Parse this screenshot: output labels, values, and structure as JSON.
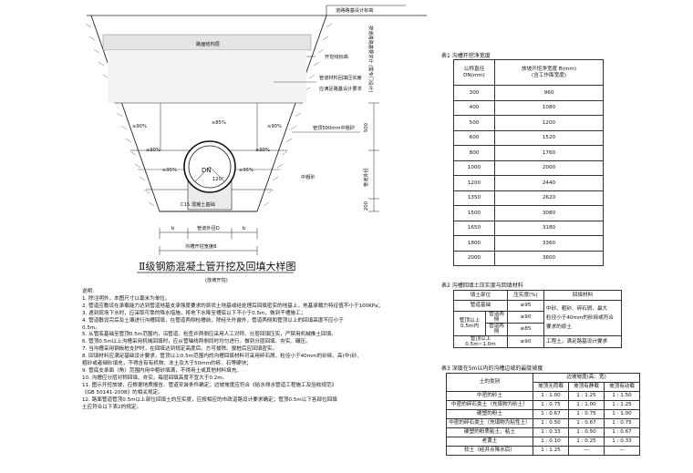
{
  "drawing": {
    "road_label": "道路路基设计标高",
    "zone_road": "路面结构层",
    "zone_road_level": "开挖线标高",
    "fill_note": [
      "管道材料回填压实度",
      "应满足路基设计要求"
    ],
    "side_note_vertical": "按道路路基要求计 (需专门设计)",
    "top_pct": "≥85%",
    "side_pct": "≥90%",
    "haunch_pct": "≥95%",
    "dn_label": "DN",
    "angle_label": "120°",
    "base_label": "C15 混凝土基础",
    "sand_label": "管顶500mm中粗砂",
    "sand_label2": "中粗砂",
    "dim_500": "500",
    "dim_pipe": "管道外径",
    "dim_200": "200",
    "dim_b": "b",
    "dim_od": "管道外径D",
    "dim_width": "沟槽开挖宽度B",
    "title": "Ⅱ级钢筋混凝土管开挖及回填大样图",
    "subtitle": "(放坡开挖)"
  },
  "notes": {
    "heading": "说明:",
    "lines": [
      "1. 除注明外，本图尺寸以毫米为单位。",
      "2. 管道应敷设在承载能力达到管道地基支承强度要求的原状土地基或经处理后回填密实的地基上，地基承载力特征值不小于100KPa；",
      "3. 遇到现场下水时，应采取可靠的降水措施，将地下水降至槽底以下不小于0.5m，做到干槽施工；",
      "4. 管道敷设完后及土壤进行沟槽回填，在管道两侧检槽前，除经头外露外，管道两侧和管顶以上的回填高度不应小于",
      "   0.5m。",
      "5. 从管底基础至管顶0.5m范围内，沿管道、检查井两侧应采用人工对称、分层回填压实，严禁用机械推土回填。",
      "6. 管顶0.5m以上沟槽采用机械回填时，应从管轴线两侧同时均匀进行，做到分层回填、夯实、碾压。",
      "7. 当沟槽采用钢板桩支护时，在回填达到规定高度后，方可拔除。拔桩后应回填密实。",
      "8. 回填材料应满足基础设计要求，管顶以上0.5m范围内的沟槽回填材料可采用碎石屑、粒径小于40mm的砂砾、高(中)砂、",
      "   粗砂或者细砂填充，不得含有有机物、冻土及大于50mm的砖、石等硬块；",
      "9. 管底支承面（角）范围内用中粗砂填满，不得用土或其他材料填充。",
      "10. 沟槽应分层对称回填、夯实，每层回填高度不宜大于0.2m。",
      "11. 图示开挖放坡，应根据地质报告、管道安装条件确定；边坡坡度应符合《给水排水管道工程施工及验收规范》",
      "   《GB 50141-2008》的相关规定。",
      "12. 路面管道管顶0.5m以上部位回填土的压实度，应按相应的市政道路设计要求确定；管顶0.5m以下各部位回填",
      "   土应符合以下表2的规定。"
    ]
  },
  "table1": {
    "caption": "表1  沟槽开挖净宽度",
    "headers": [
      "公称直径\nDN(mm)",
      "放坡开挖净宽度 B(mm)\n(含工作面宽度)"
    ],
    "rows": [
      [
        "300",
        "960"
      ],
      [
        "400",
        "1080"
      ],
      [
        "500",
        "1200"
      ],
      [
        "600",
        "1520"
      ],
      [
        "800",
        "1760"
      ],
      [
        "1000",
        "2000"
      ],
      [
        "1200",
        "2440"
      ],
      [
        "1350",
        "2620"
      ],
      [
        "1500",
        "3080"
      ],
      [
        "1650",
        "3180"
      ],
      [
        "1800",
        "3360"
      ],
      [
        "2000",
        "3600"
      ]
    ]
  },
  "table2": {
    "caption": "表2  沟槽回填土压实度与回填材料",
    "headers": [
      "填土部位",
      "压实度(%)",
      "回填材料"
    ],
    "rows": [
      [
        "管道基础",
        "≥95",
        "中砂、粗砂、碎石屑，最大"
      ],
      [
        "管道两侧",
        "≥90",
        "粒径小于40mm的砂砾或符合"
      ],
      [
        "管顶以上0.5m内 管道两侧",
        "≥85",
        "要求的原土"
      ],
      [
        "管顶以上0.5m~1.0m",
        "≥90",
        "工程土，满足路基设计要求"
      ]
    ],
    "row_labels": [
      "管道基础",
      "管道两侧",
      "管道两侧",
      "管顶以上",
      "管顶以上0.5m~1.0m"
    ],
    "row_group": [
      "管顶以上",
      "0.5m内"
    ],
    "col3": [
      "中砂、粗砂、碎石屑，最大",
      "粒径小于40mm的砂砾或符合",
      "要求的原土",
      "工程土，满足路基设计要求"
    ]
  },
  "table3": {
    "caption": "表3  深度在5m以内的沟槽边坡的最陡坡度",
    "headers": [
      "土的类别",
      "边坡坡度(高：宽)",
      "坡顶无荷载",
      "坡顶有静载",
      "坡顶有动载"
    ],
    "rows": [
      [
        "中密的砂土",
        "1 : 1.00",
        "1 : 1.25",
        "1 : 1.50"
      ],
      [
        "中密的碎石类土（充填物为砂土）",
        "1 : 0.75",
        "1 : 1.00",
        "1 : 1.25"
      ],
      [
        "硬塑的粉土",
        "1 : 0.67",
        "1 : 0.75",
        "1 : 1.00"
      ],
      [
        "中密的碎石类土（充填物为粘性土）",
        "1 : 0.50",
        "1 : 0.67",
        "1 : 0.75"
      ],
      [
        "硬塑的粉质粘土、粘土",
        "1 : 0.33",
        "1 : 0.50",
        "1 : 0.67"
      ],
      [
        "老黄土",
        "1 : 0.10",
        "1 : 0.25",
        "1 : 0.33"
      ],
      [
        "软土（经井点降水后）",
        "1 : 1.25",
        "—",
        "—"
      ]
    ]
  }
}
